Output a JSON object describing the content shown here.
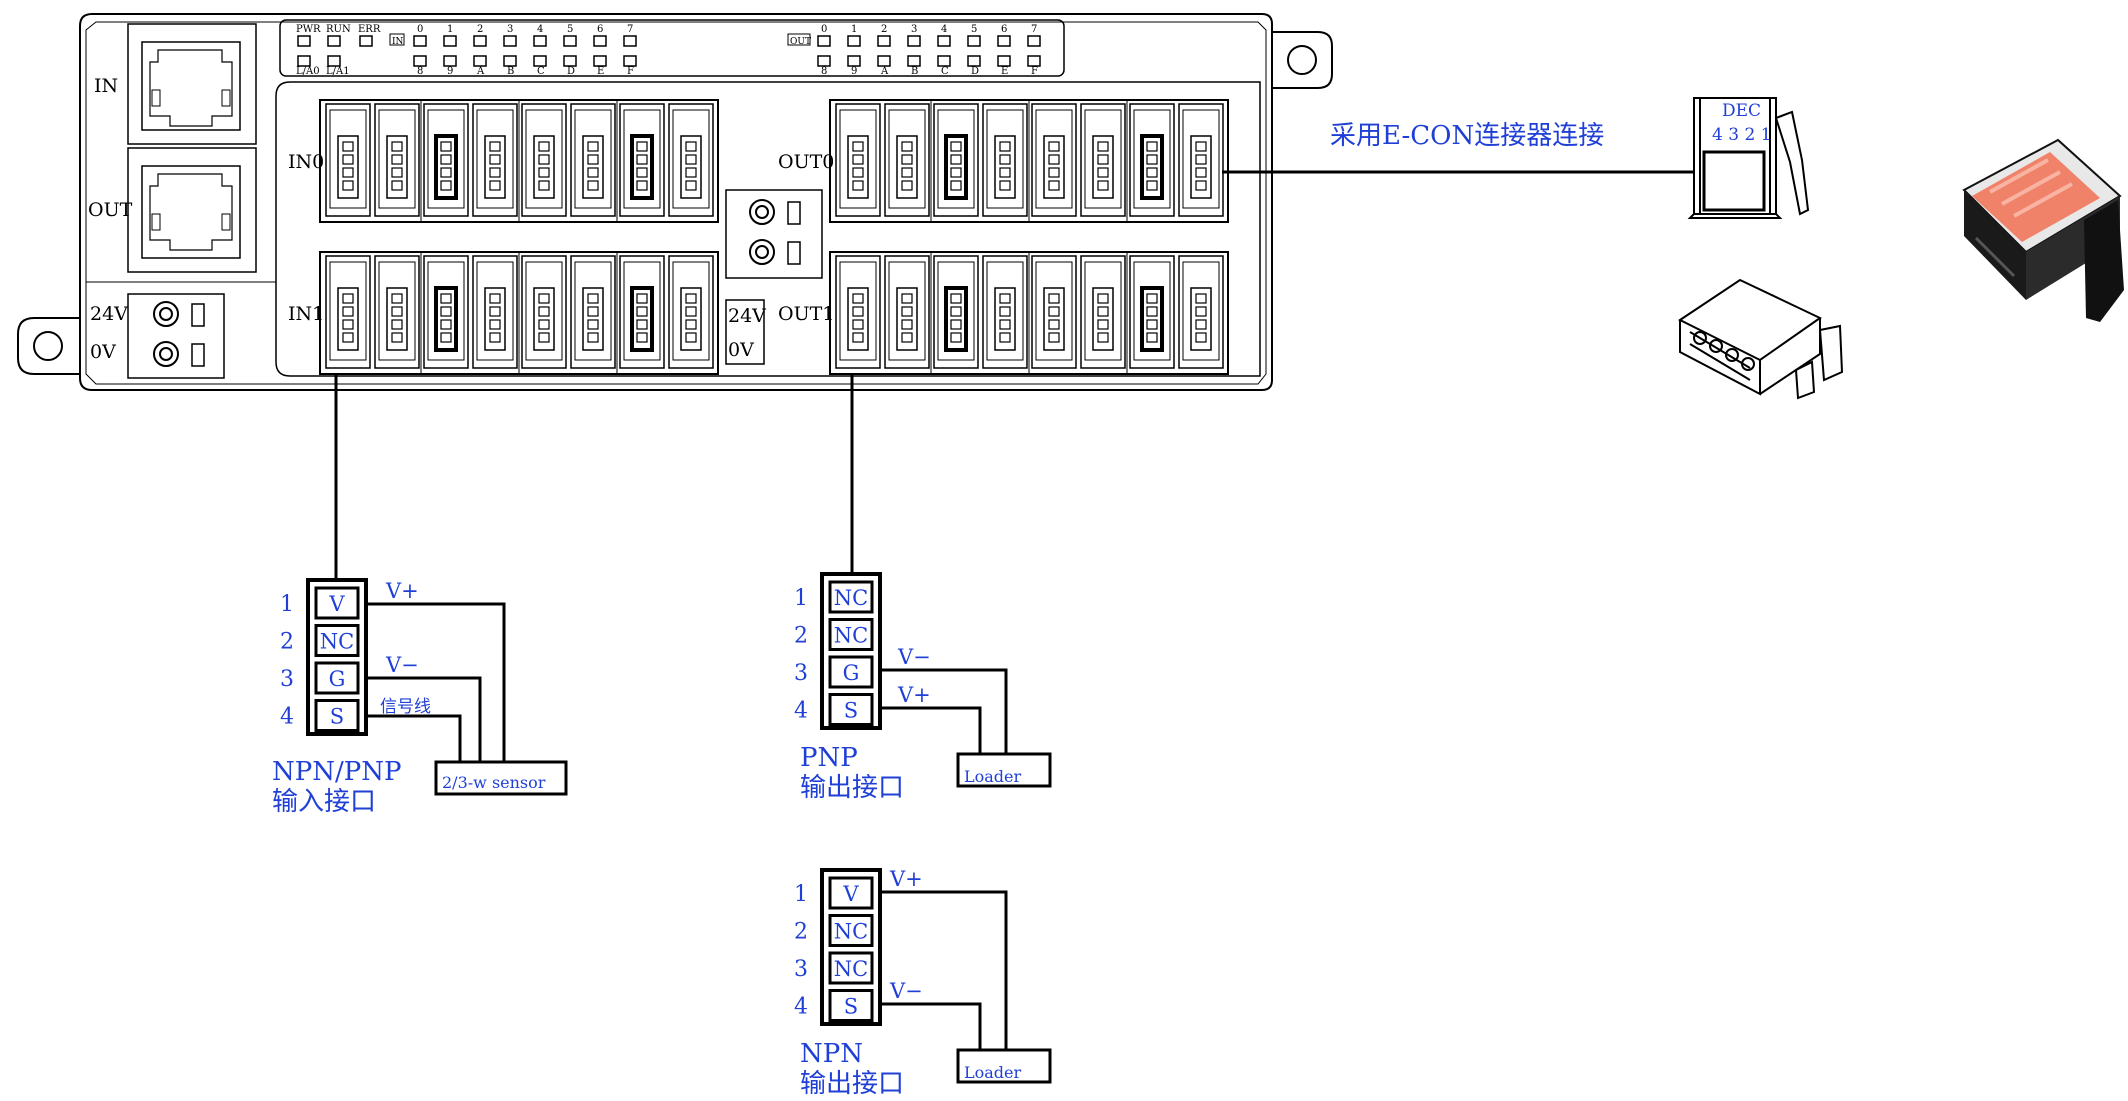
{
  "colors": {
    "line": "#000000",
    "annotation": "#1f3fd6",
    "connector_orange": "#f0826a",
    "body_dark": "#1a1a1a"
  },
  "module": {
    "eth_in_label": "IN",
    "eth_out_label": "OUT",
    "power_24v": "24V",
    "power_0v": "0V",
    "status_leds": [
      "PWR",
      "RUN",
      "ERR"
    ],
    "status_leds_bottom": [
      "L/A0",
      "L/A1"
    ],
    "in_tag": "IN",
    "out_tag": "OUT",
    "in_led_numbers_top": [
      "0",
      "1",
      "2",
      "3",
      "4",
      "5",
      "6",
      "7"
    ],
    "in_led_numbers_bottom": [
      "8",
      "9",
      "A",
      "B",
      "C",
      "D",
      "E",
      "F"
    ],
    "out_led_numbers_top": [
      "0",
      "1",
      "2",
      "3",
      "4",
      "5",
      "6",
      "7"
    ],
    "out_led_numbers_bottom": [
      "8",
      "9",
      "A",
      "B",
      "C",
      "D",
      "E",
      "F"
    ],
    "in0_label": "IN0",
    "in1_label": "IN1",
    "out0_label": "OUT0",
    "out1_label": "OUT1",
    "center_24v": "24V",
    "center_0v": "0V"
  },
  "econ": {
    "caption": "采用E-CON连接器连接",
    "dec_label": "DEC",
    "pin_numbers": "4 3 2 1"
  },
  "npn_pnp_input": {
    "pins": [
      {
        "num": "1",
        "label": "V"
      },
      {
        "num": "2",
        "label": "NC"
      },
      {
        "num": "3",
        "label": "G"
      },
      {
        "num": "4",
        "label": "S"
      }
    ],
    "vplus": "V+",
    "vminus": "V−",
    "signal": "信号线",
    "sensor": "2/3-w sensor",
    "title1": "NPN/PNP",
    "title2": "输入接口"
  },
  "pnp_output": {
    "pins": [
      {
        "num": "1",
        "label": "NC"
      },
      {
        "num": "2",
        "label": "NC"
      },
      {
        "num": "3",
        "label": "G"
      },
      {
        "num": "4",
        "label": "S"
      }
    ],
    "vminus": "V−",
    "vplus": "V+",
    "load": "Loader",
    "title1": "PNP",
    "title2": "输出接口"
  },
  "npn_output": {
    "pins": [
      {
        "num": "1",
        "label": "V"
      },
      {
        "num": "2",
        "label": "NC"
      },
      {
        "num": "3",
        "label": "NC"
      },
      {
        "num": "4",
        "label": "S"
      }
    ],
    "vplus": "V+",
    "vminus": "V−",
    "load": "Loader",
    "title1": "NPN",
    "title2": "输出接口"
  }
}
